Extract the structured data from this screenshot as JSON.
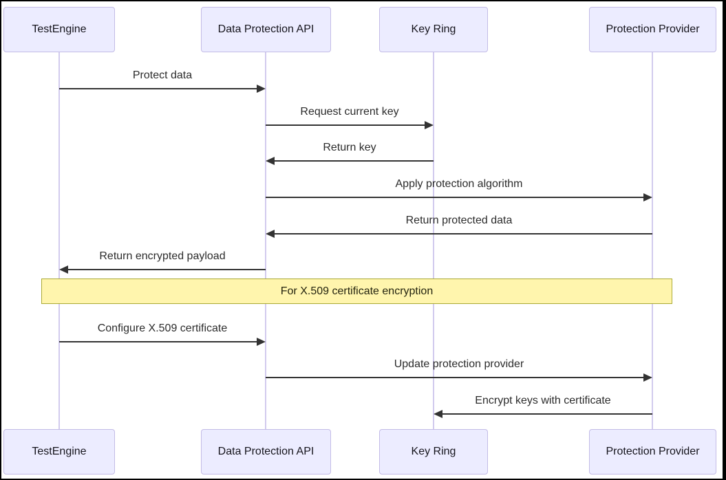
{
  "diagram": {
    "type": "sequence",
    "participants": [
      {
        "name": "TestEngine"
      },
      {
        "name": "Data Protection API"
      },
      {
        "name": "Key Ring"
      },
      {
        "name": "Protection Provider"
      }
    ],
    "messages": [
      {
        "from": "TestEngine",
        "to": "Data Protection API",
        "label": "Protect data",
        "line": "solid",
        "direction": "right"
      },
      {
        "from": "Data Protection API",
        "to": "Key Ring",
        "label": "Request current key",
        "line": "solid",
        "direction": "right"
      },
      {
        "from": "Key Ring",
        "to": "Data Protection API",
        "label": "Return key",
        "line": "solid",
        "direction": "left"
      },
      {
        "from": "Data Protection API",
        "to": "Protection Provider",
        "label": "Apply protection algorithm",
        "line": "solid",
        "direction": "right"
      },
      {
        "from": "Protection Provider",
        "to": "Data Protection API",
        "label": "Return protected data",
        "line": "solid",
        "direction": "left"
      },
      {
        "from": "Data Protection API",
        "to": "TestEngine",
        "label": "Return encrypted payload",
        "line": "solid",
        "direction": "left"
      },
      {
        "from": "TestEngine",
        "to": "Data Protection API",
        "label": "Configure X.509 certificate",
        "line": "solid",
        "direction": "right"
      },
      {
        "from": "Data Protection API",
        "to": "Protection Provider",
        "label": "Update protection provider",
        "line": "solid",
        "direction": "right"
      },
      {
        "from": "Protection Provider",
        "to": "Key Ring",
        "label": "Encrypt keys with certificate",
        "line": "solid",
        "direction": "left"
      }
    ],
    "note": {
      "text": "For X.509 certificate encryption",
      "over": "all participants"
    },
    "colors": {
      "actor_fill": "#ECECFF",
      "actor_border": "#C3BBE6",
      "lifeline": "#D2CBEE",
      "note_fill": "#FFF5AD",
      "note_border": "#AAAA33",
      "arrow": "#333333",
      "text": "#2B2B2B",
      "frame_border": "#000000",
      "background": "#FFFFFF"
    }
  }
}
